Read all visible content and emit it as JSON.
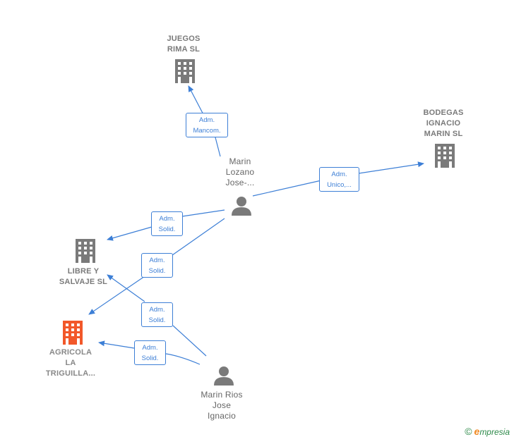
{
  "nodes": {
    "juegos_rima": {
      "label_line1": "JUEGOS",
      "label_line2": "RIMA  SL"
    },
    "bodegas": {
      "label_line1": "BODEGAS",
      "label_line2": "IGNACIO",
      "label_line3": "MARIN  SL"
    },
    "marin_lozano": {
      "label_line1": "Marin",
      "label_line2": "Lozano",
      "label_line3": "Jose-..."
    },
    "libre_salvaje": {
      "label_line1": "LIBRE Y",
      "label_line2": "SALVAJE  SL"
    },
    "agricola": {
      "label_line1": "AGRICOLA",
      "label_line2": "LA",
      "label_line3": "TRIGUILLA..."
    },
    "marin_rios": {
      "label_line1": "Marin Rios",
      "label_line2": "Jose",
      "label_line3": "Ignacio"
    }
  },
  "edges": {
    "e1": {
      "line1": "Adm.",
      "line2": "Mancom."
    },
    "e2": {
      "line1": "Adm.",
      "line2": "Unico,..."
    },
    "e3": {
      "line1": "Adm.",
      "line2": "Solid."
    },
    "e4": {
      "line1": "Adm.",
      "line2": "Solid."
    },
    "e5": {
      "line1": "Adm.",
      "line2": "Solid."
    },
    "e6": {
      "line1": "Adm.",
      "line2": "Solid."
    }
  },
  "colors": {
    "edge": "#3d7fd6",
    "company": "#7a7a7a",
    "focus_company": "#f2582a",
    "person": "#7a7a7a"
  },
  "icons": {
    "company": "building-icon",
    "person": "person-icon",
    "brand": "copyright-icon"
  },
  "brand": {
    "symbol": "©",
    "first_letter": "e",
    "rest": "mpresia"
  }
}
